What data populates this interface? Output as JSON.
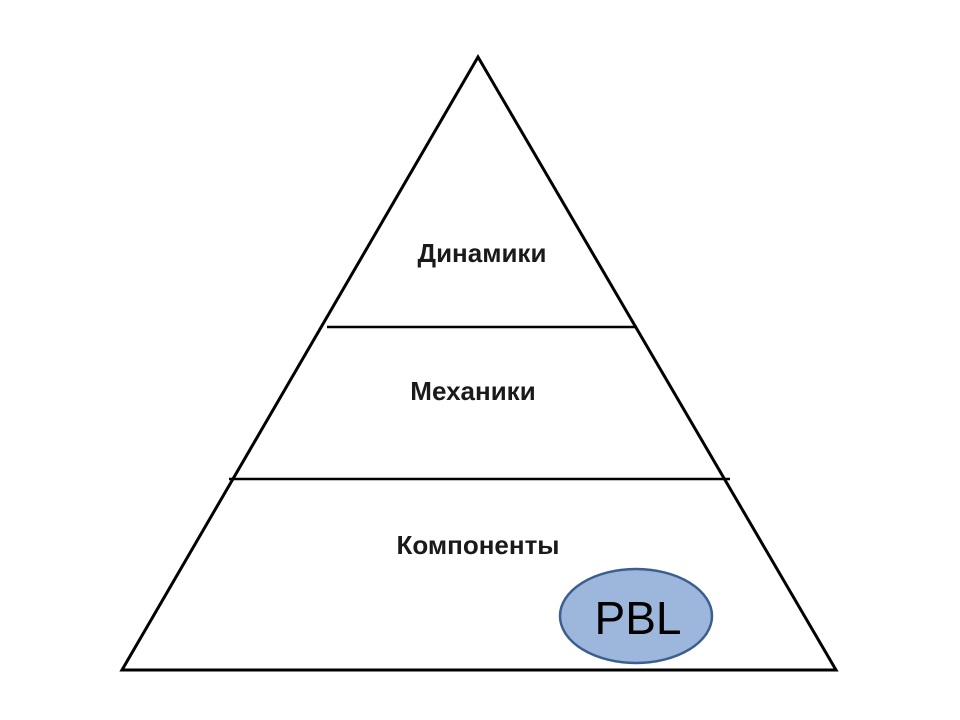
{
  "diagram": {
    "layers": {
      "top": "Динамики",
      "middle": "Механики",
      "bottom": "Компоненты"
    },
    "badge": {
      "label": "PBL"
    }
  },
  "colors": {
    "stroke": "#000000",
    "background": "#ffffff",
    "badge_fill": "#9db7dc",
    "badge_stroke": "#3d5f8f"
  }
}
